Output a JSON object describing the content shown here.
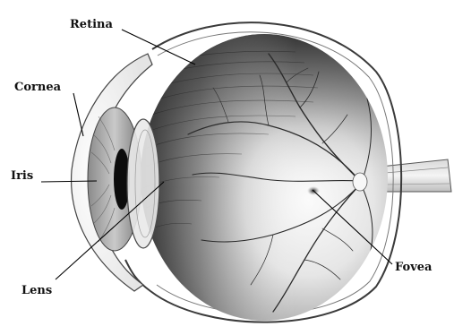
{
  "labels": {
    "retina": "Retina",
    "cornea": "Cornea",
    "iris": "Iris",
    "lens": "Lens",
    "fovea": "Fovea"
  },
  "colors": {
    "background": "#ffffff",
    "label_text": "#111111",
    "leader_line": "#000000",
    "outline": "#333333",
    "tissue_dark": "#3a3a3a",
    "tissue_light": "#f2f2f2",
    "vessel": "#2a2a2a"
  }
}
